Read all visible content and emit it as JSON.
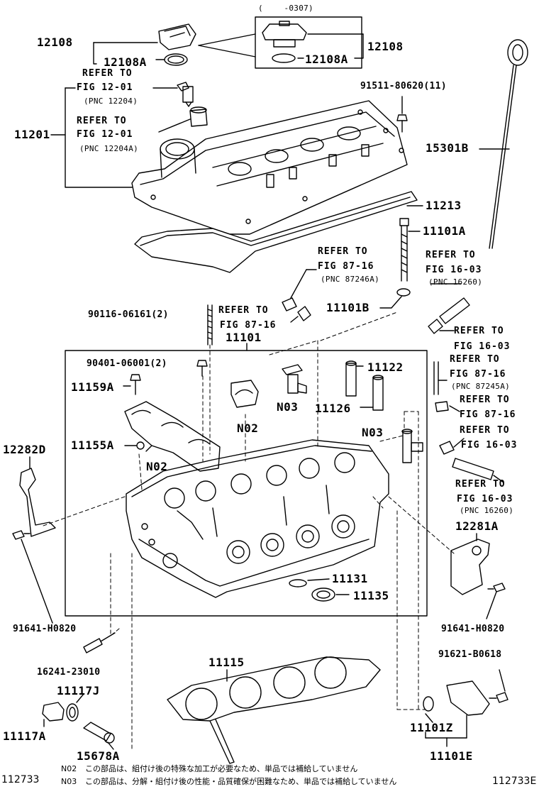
{
  "date_code": "(　　 -0307)",
  "parts": {
    "p12108": "12108",
    "p12108a": "12108A",
    "p12108_alt": "12108",
    "p12108a_alt": "12108A",
    "p11201": "11201",
    "p91511": "91511-80620(11)",
    "p15301b": "15301B",
    "p11213": "11213",
    "p11101a": "11101A",
    "p11101b": "11101B",
    "p90116": "90116-06161(2)",
    "p11101": "11101",
    "p90401": "90401-06001(2)",
    "p11159a": "11159A",
    "p11122": "11122",
    "p11126": "11126",
    "p11155a": "11155A",
    "p12282d": "12282D",
    "p11131": "11131",
    "p11135": "11135",
    "p12281a": "12281A",
    "p91641_left": "91641-H0820",
    "p91641_right": "91641-H0820",
    "p16241": "16241-23010",
    "p11115": "11115",
    "p91621": "91621-B0618",
    "p11117j": "11117J",
    "p11117a": "11117A",
    "p15678a": "15678A",
    "p11101z": "11101Z",
    "p11101e": "11101E"
  },
  "notes_codes": {
    "n03_cap": "N03",
    "n02_top": "N02",
    "n02_left": "N02",
    "n03_right": "N03"
  },
  "refs": [
    {
      "t1": "REFER TO",
      "t2": "FIG 12-01",
      "t3": "(PNC 12204)"
    },
    {
      "t1": "REFER TO",
      "t2": "FIG 12-01",
      "t3": "(PNC 12204A)"
    },
    {
      "t1": "REFER TO",
      "t2": "FIG 87-16",
      "t3": "(PNC 87246A)"
    },
    {
      "t1": "REFER TO",
      "t2": "FIG 16-03",
      "t3": "(PNC 16260)"
    },
    {
      "t1": "REFER TO",
      "t2": "FIG 87-16"
    },
    {
      "t1": "REFER TO",
      "t2": "FIG 16-03"
    },
    {
      "t1": "REFER TO",
      "t2": "FIG 87-16",
      "t3": "(PNC 87245A)"
    },
    {
      "t1": "REFER TO",
      "t2": "FIG 87-16"
    },
    {
      "t1": "REFER TO",
      "t2": "FIG 16-03"
    },
    {
      "t1": "REFER TO",
      "t2": "FIG 16-03",
      "t3": "(PNC 16260)"
    }
  ],
  "footer": {
    "left_code": "112733",
    "right_code": "112733E",
    "note1_code": "N02",
    "note1_text": "この部品は、組付け後の特殊な加工が必要なため、単品では補給していません",
    "note2_code": "N03",
    "note2_text": "この部品は、分解・組付け後の性能・品質確保が困難なため、単品では補給していません"
  }
}
